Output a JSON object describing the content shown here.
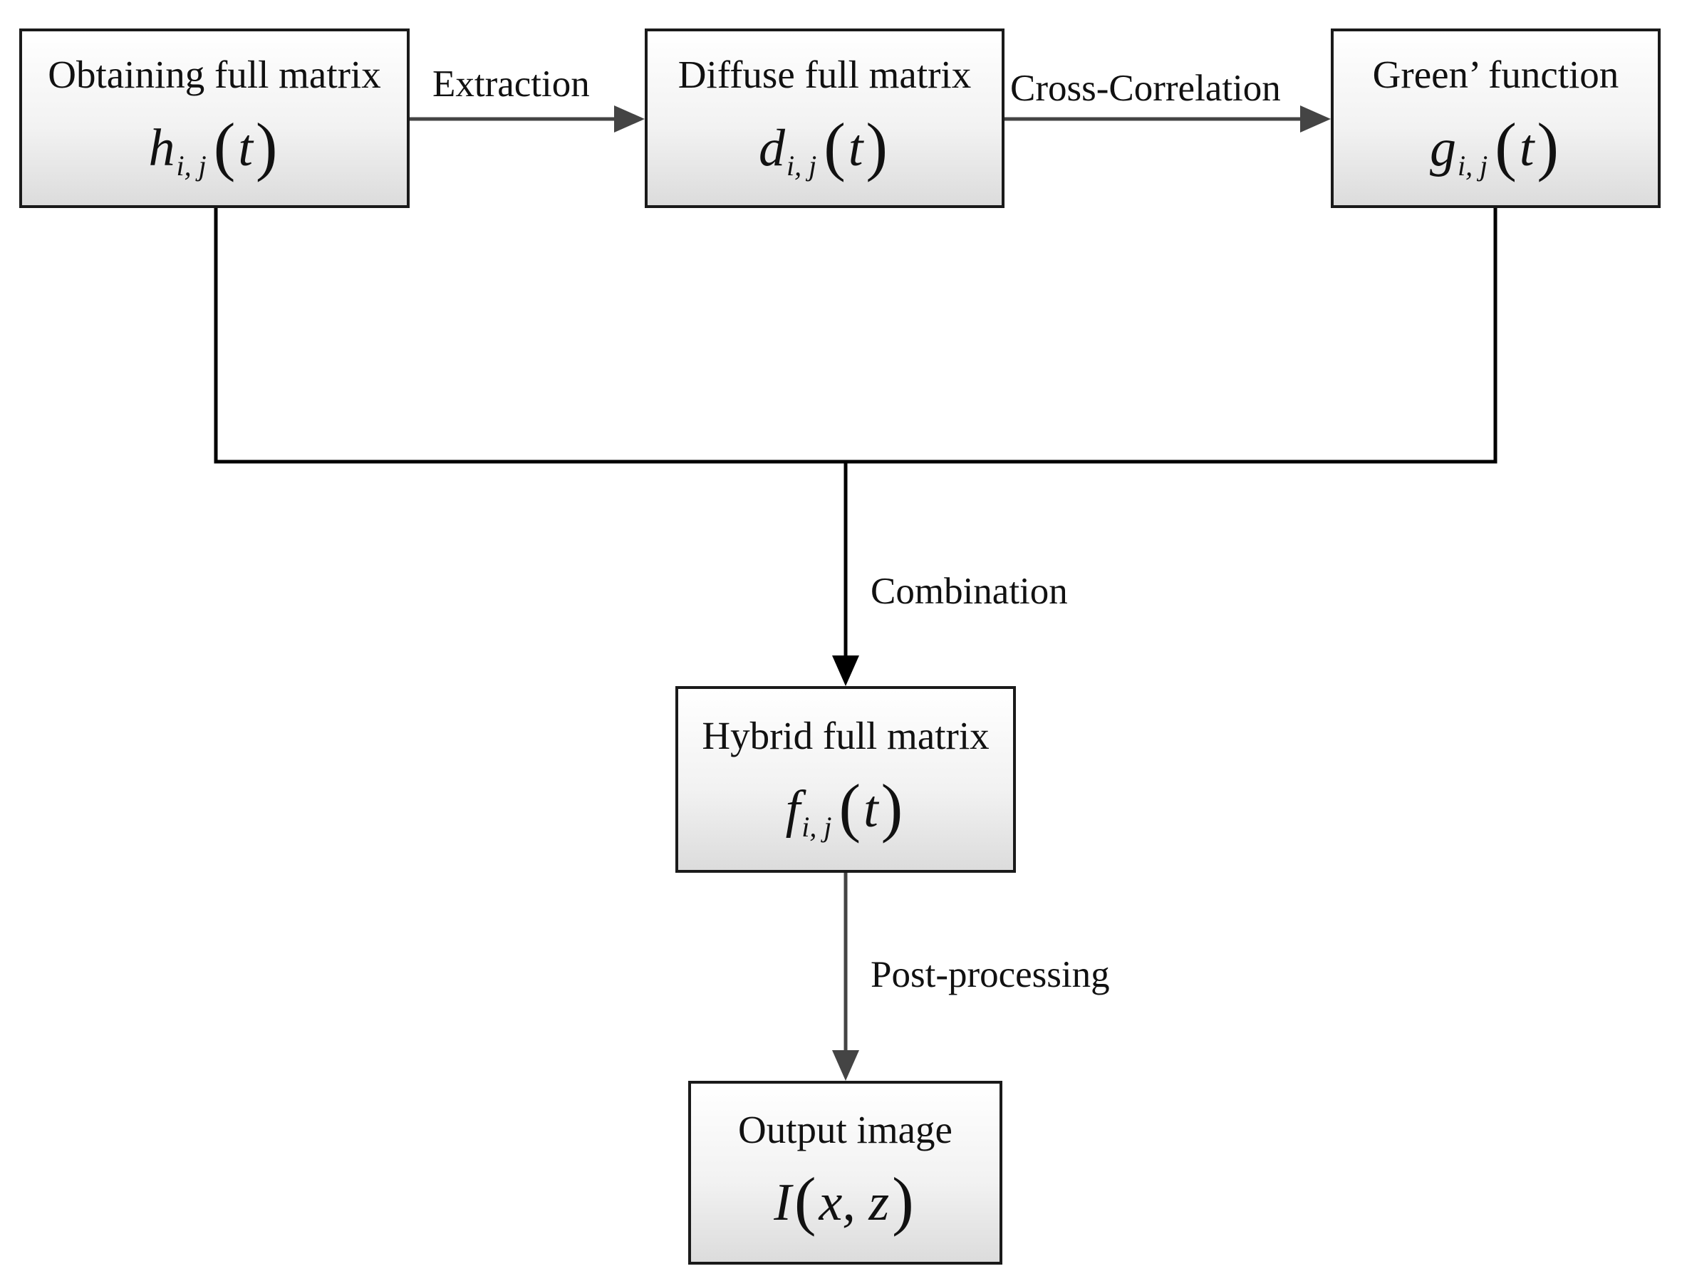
{
  "nodes": {
    "obtaining": {
      "title": "Obtaining full matrix",
      "symbol": "h",
      "sub": "i, j",
      "arg": "t"
    },
    "diffuse": {
      "title": "Diffuse full matrix",
      "symbol": "d",
      "sub": "i, j",
      "arg": "t"
    },
    "green": {
      "title": "Green’ function",
      "symbol": "g",
      "sub": "i, j",
      "arg": "t"
    },
    "hybrid": {
      "title": "Hybrid full matrix",
      "symbol": "f",
      "sub": "i, j",
      "arg": "t"
    },
    "output": {
      "title": "Output image",
      "symbol": "I",
      "arg": "x, z"
    }
  },
  "edges": {
    "extraction": "Extraction",
    "cross_correlation": "Cross-Correlation",
    "combination": "Combination",
    "post_processing": "Post-processing"
  },
  "colors": {
    "box_border": "#1a1a1a",
    "line": "#000000",
    "arrow_gray": "#444444"
  }
}
